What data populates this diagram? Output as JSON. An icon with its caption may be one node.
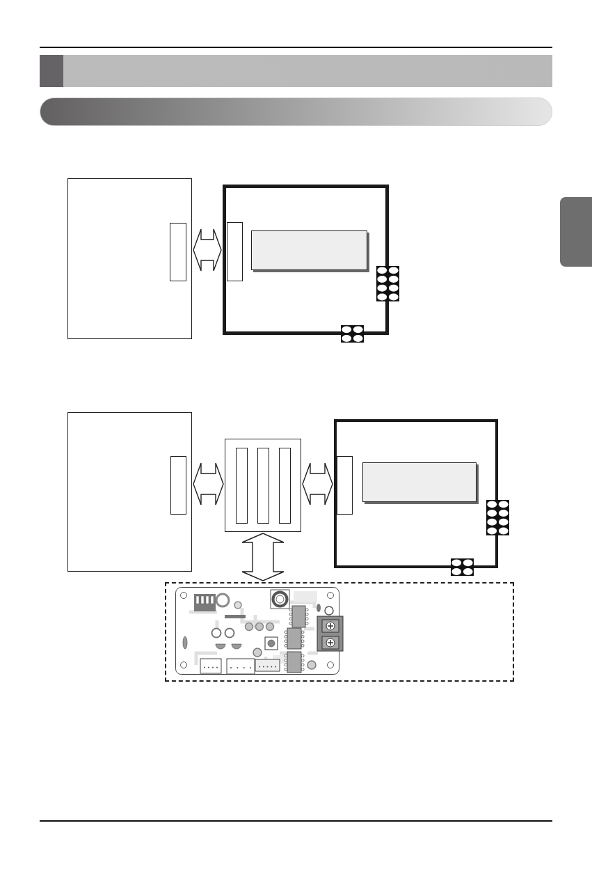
{
  "diagram": {
    "nodes": [
      {
        "text": [],
        "shape": "bar"
      },
      {
        "text": [],
        "shape": "bar"
      },
      {
        "text": [],
        "shape": "box"
      },
      {
        "text": [],
        "shape": "box"
      },
      {
        "text": [],
        "shape": "box",
        "in": 3
      },
      {
        "text": [],
        "shape": "box"
      },
      {
        "text": [],
        "shape": "box",
        "in": 5
      },
      {
        "text": [],
        "shape": "box",
        "in": 5
      },
      {
        "text": [],
        "shape": "box"
      },
      {
        "text": [],
        "shape": "box",
        "in": 8
      },
      {
        "text": [],
        "shape": "box"
      },
      {
        "text": [],
        "shape": "bar",
        "in": 10
      },
      {
        "text": [],
        "shape": "bar",
        "in": 10
      },
      {
        "text": [],
        "shape": "bar",
        "in": 10
      },
      {
        "text": [],
        "shape": "box"
      },
      {
        "text": [],
        "shape": "box",
        "in": 14
      },
      {
        "text": [],
        "shape": "box",
        "in": 14
      },
      {
        "text": [],
        "shape": "box"
      },
      {
        "text": [],
        "shape": "picture",
        "in": 17
      }
    ],
    "edges": [
      {
        "from": 3,
        "to": 5,
        "arrow": "both"
      },
      {
        "from": 8,
        "to": 10,
        "arrow": "both"
      },
      {
        "from": 10,
        "to": 14,
        "arrow": "both"
      },
      {
        "from": 10,
        "to": 17,
        "arrow": "both"
      }
    ]
  }
}
